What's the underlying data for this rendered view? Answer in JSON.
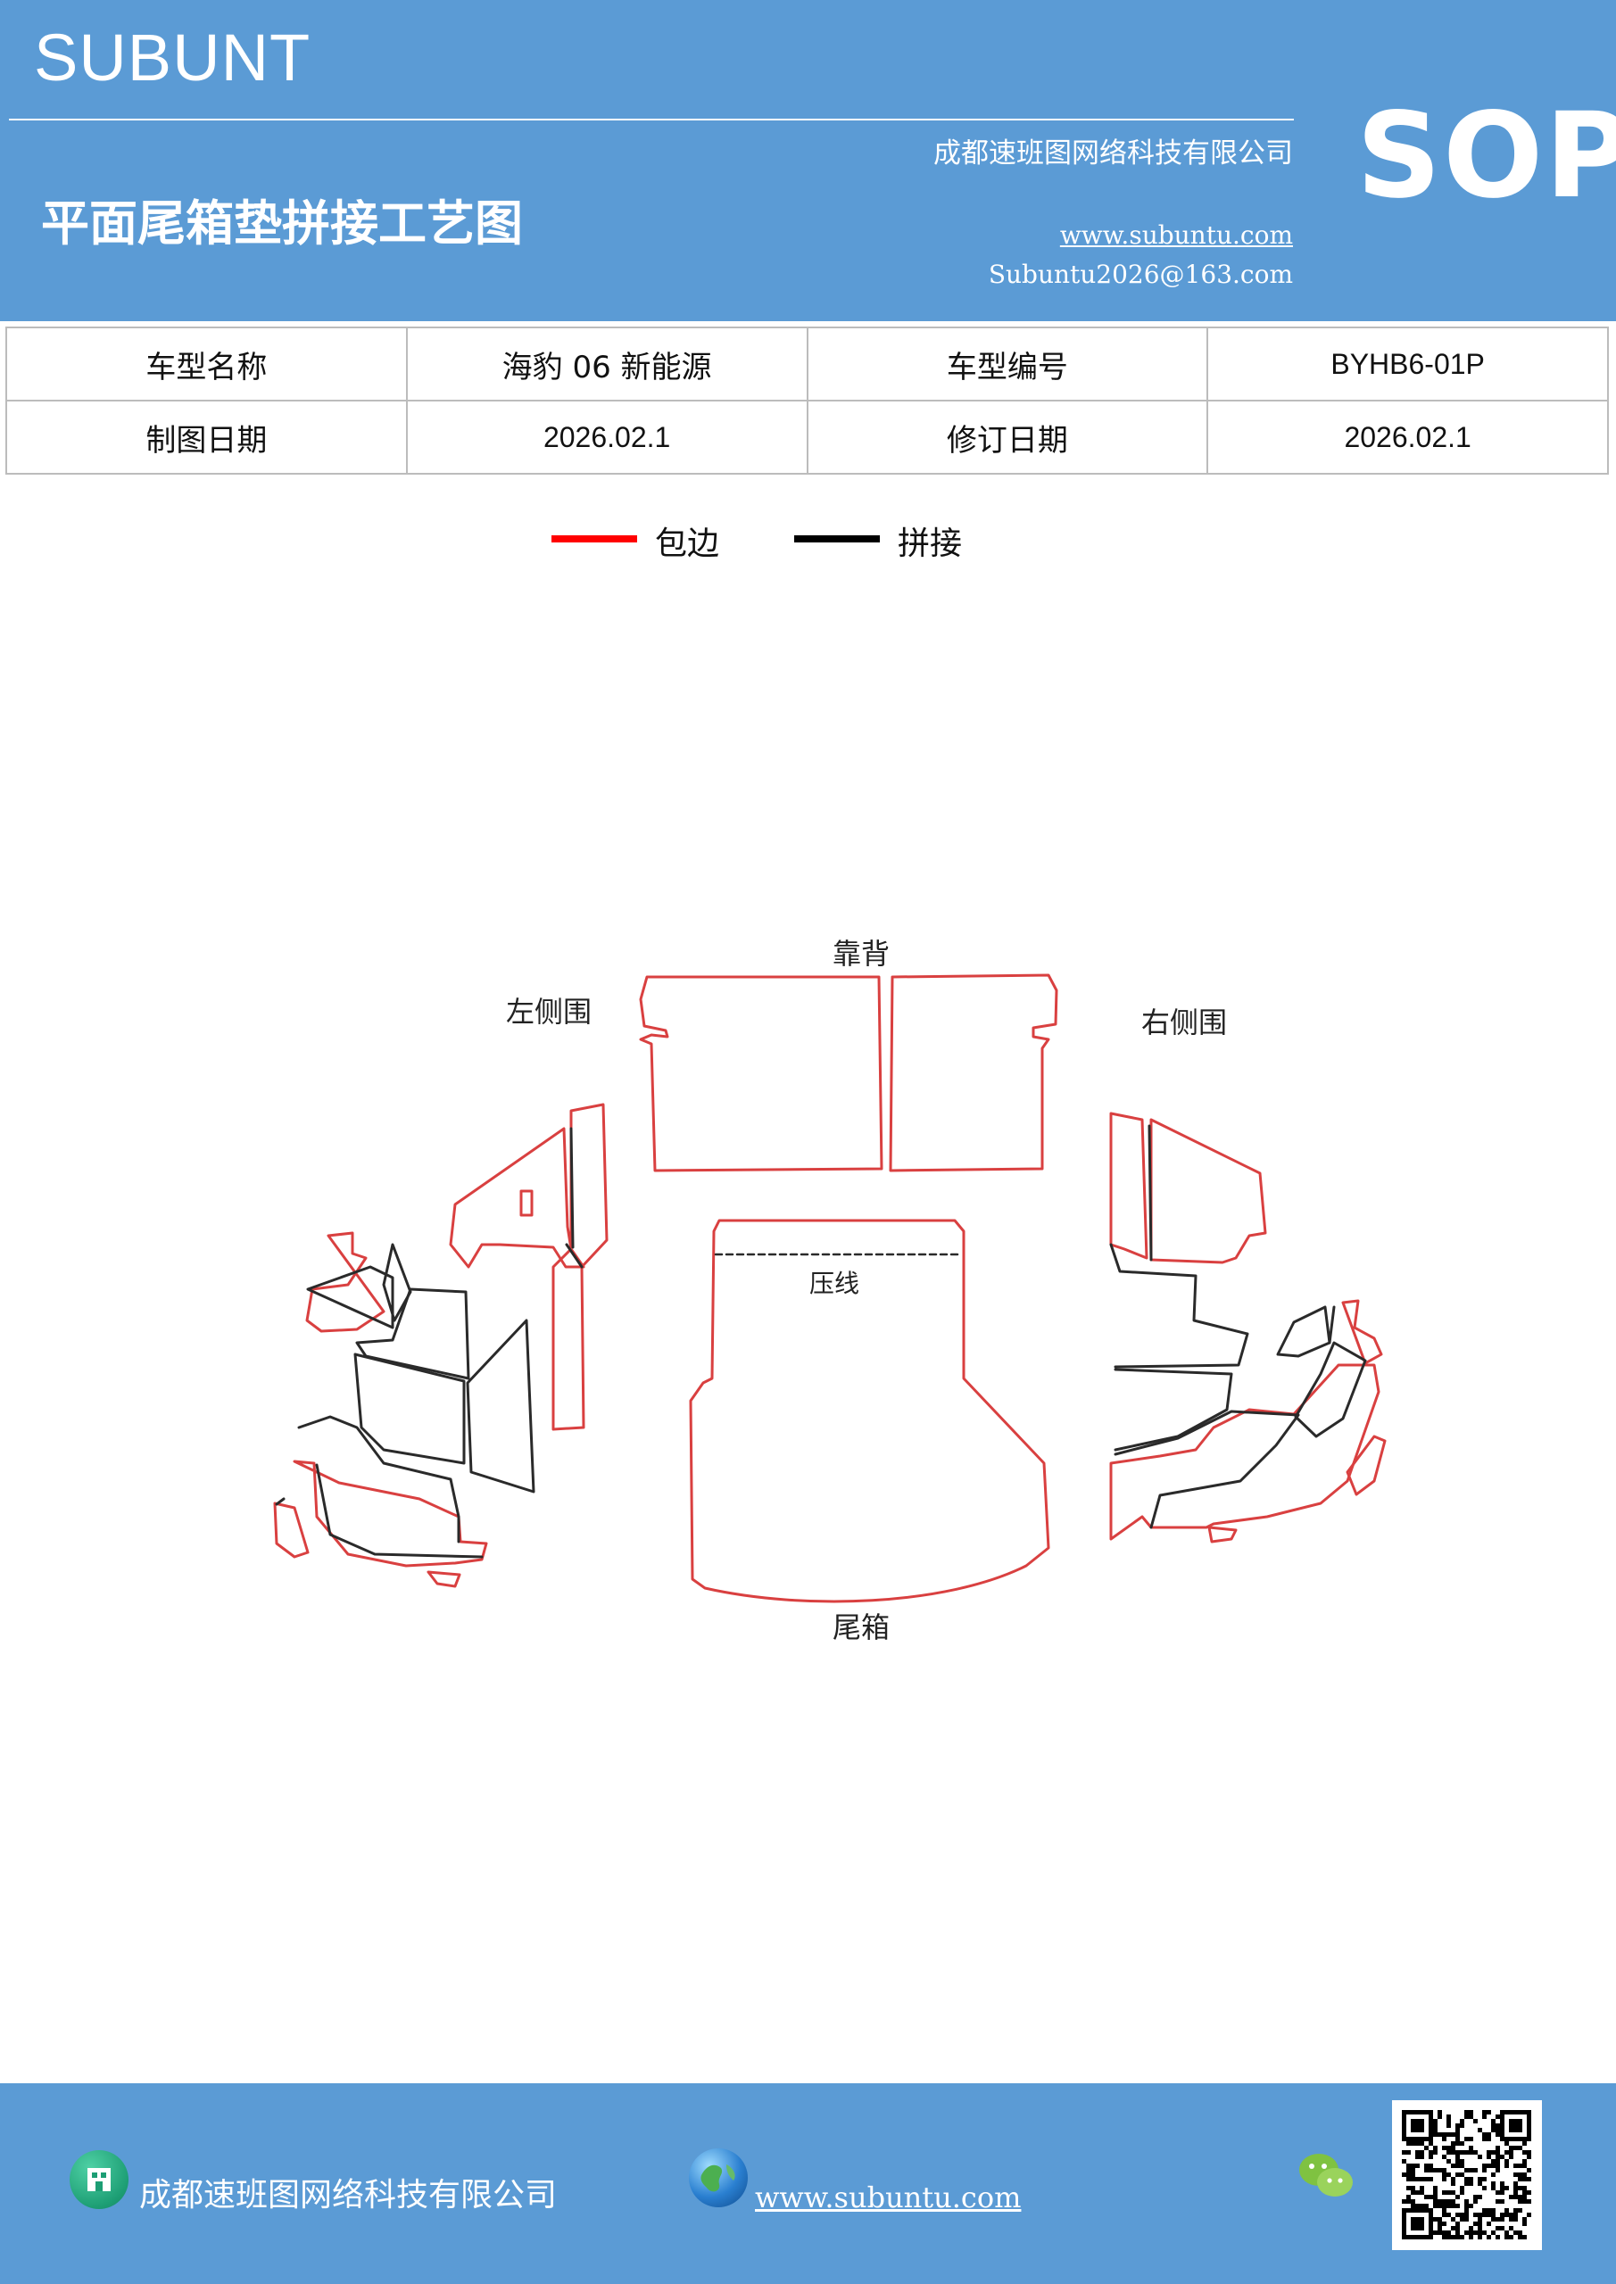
{
  "header": {
    "brand": "SUBUNT",
    "company": "成都速班图网络科技有限公司",
    "sop_mark": "SOP",
    "title": "平面尾箱垫拼接工艺图",
    "website": "www.subuntu.com",
    "email": "Subuntu2026@163.com"
  },
  "info_table": {
    "rows": [
      [
        "车型名称",
        "海豹 06 新能源",
        "车型编号",
        "BYHB6-01P"
      ],
      [
        "制图日期",
        "2026.02.1",
        "修订日期",
        "2026.02.1"
      ]
    ]
  },
  "legend": {
    "items": [
      {
        "label": "包边",
        "color": "#ff0000"
      },
      {
        "label": "拼接",
        "color": "#000000"
      }
    ]
  },
  "diagram": {
    "labels": {
      "backrest": "靠背",
      "left_side": "左侧围",
      "right_side": "右侧围",
      "press_line": "压线",
      "trunk": "尾箱"
    },
    "colors": {
      "edge_binding": "#d94040",
      "seam": "#2a2a2a"
    }
  },
  "footer": {
    "company": "成都速班图网络科技有限公司",
    "website": "www.subuntu.com"
  }
}
